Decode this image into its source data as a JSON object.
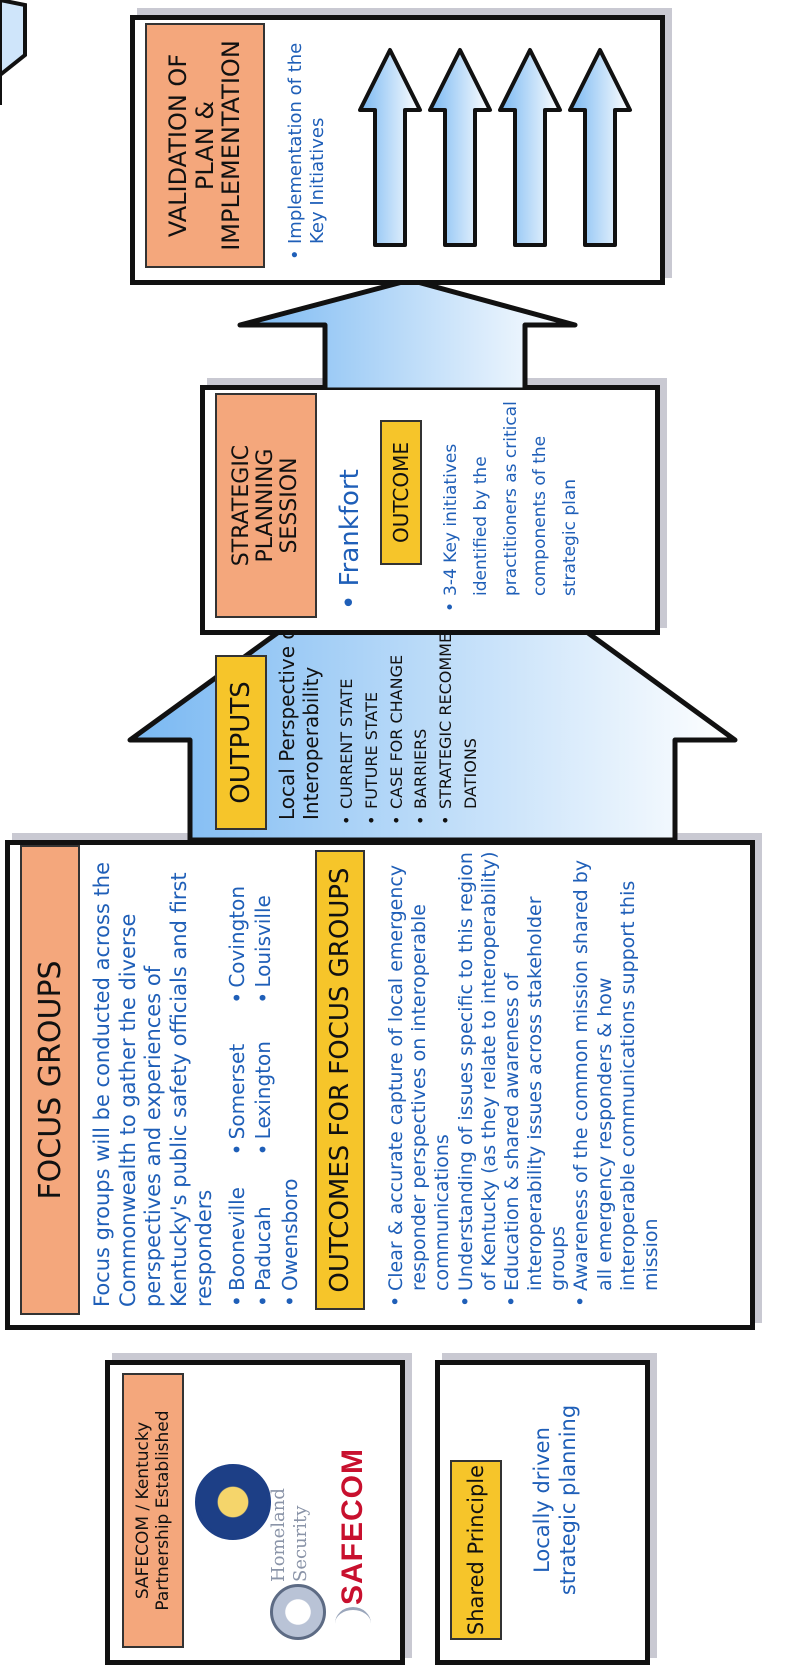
{
  "colors": {
    "salmon": "#f4a77c",
    "yellow": "#f6c52a",
    "blue_text": "#1f5fb8",
    "arrow_top": "#79b8f2",
    "arrow_bottom": "#ffffff"
  },
  "partnership": {
    "title": "SAFECOM / Kentucky Partnership Established",
    "safecom_logo": "SAFECOM",
    "dhs_logo": "Homeland Security"
  },
  "shared_principle": {
    "title": "Shared Principle",
    "text": "Locally driven strategic planning"
  },
  "focus_groups": {
    "title": "FOCUS GROUPS",
    "description": "Focus groups will be conducted across the Commonwealth to gather the diverse perspectives and experiences of Kentucky's public safety officials and first responders",
    "locations": [
      "Booneville",
      "Paducah",
      "Owensboro",
      "Somerset",
      "Lexington",
      "Covington",
      "Louisville"
    ],
    "outcomes_title": "OUTCOMES FOR FOCUS GROUPS",
    "outcomes": [
      "Clear & accurate capture of local emergency responder perspectives on interoperable communications",
      "Understanding of issues specific to this region of Kentucky (as they relate to interoperability)",
      "Education & shared awareness of interoperability issues across stakeholder groups",
      "Awareness of the common mission shared by all emergency responders & how interoperable communications support this mission"
    ]
  },
  "outputs": {
    "title": "OUTPUTS",
    "subtitle": "Local Perspective on Interoperability",
    "items": [
      "CURRENT STATE",
      "FUTURE STATE",
      "CASE FOR CHANGE",
      "BARRIERS",
      "STRATEGIC RECOMMEN-DATIONS"
    ]
  },
  "strategic_session": {
    "title": "STRATEGIC PLANNING SESSION",
    "location": "Frankfort",
    "outcome_label": "OUTCOME",
    "outcome": "3-4 Key initiatives identified by the practitioners as critical components of the strategic plan"
  },
  "validation": {
    "title": "VALIDATION OF PLAN & IMPLEMENTATION",
    "item": "Implementation of the Key Initiatives"
  }
}
